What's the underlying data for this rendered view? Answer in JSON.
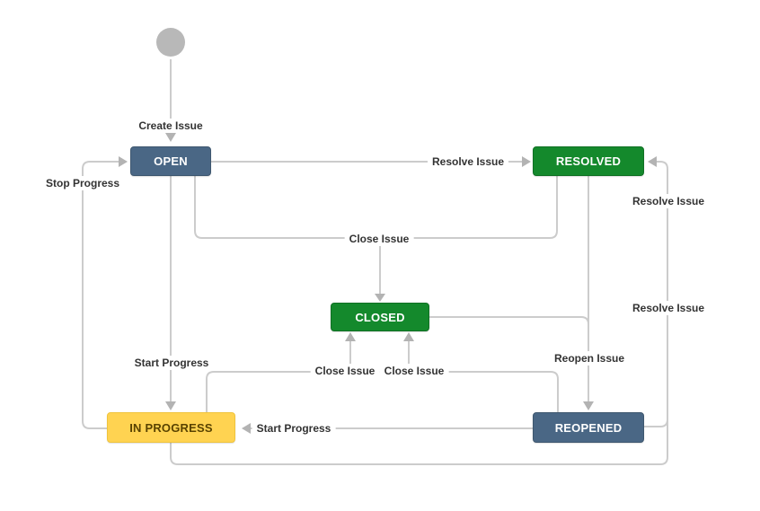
{
  "diagram": {
    "type": "workflow",
    "nodes": {
      "start": {
        "shape": "circle",
        "color": "#b8b8b8"
      },
      "open": {
        "label": "OPEN",
        "color": "#4a6785",
        "text_color": "#ffffff"
      },
      "resolved": {
        "label": "RESOLVED",
        "color": "#14892c",
        "text_color": "#ffffff"
      },
      "closed": {
        "label": "CLOSED",
        "color": "#14892c",
        "text_color": "#ffffff"
      },
      "in_progress": {
        "label": "IN PROGRESS",
        "color": "#ffd351",
        "text_color": "#594300"
      },
      "reopened": {
        "label": "REOPENED",
        "color": "#4a6785",
        "text_color": "#ffffff"
      }
    },
    "transition_labels": {
      "create_issue": "Create Issue",
      "resolve_issue_top": "Resolve Issue",
      "stop_progress": "Stop Progress",
      "close_issue_top": "Close Issue",
      "start_progress_upper": "Start Progress",
      "close_issue_bottom_left": "Close Issue",
      "close_issue_bottom_right": "Close Issue",
      "reopen_issue": "Reopen Issue",
      "start_progress_lower": "Start Progress",
      "resolve_issue_right_upper": "Resolve Issue",
      "resolve_issue_right_lower": "Resolve Issue"
    },
    "colors": {
      "background": "#ffffff",
      "line": "#cccccc",
      "arrowhead": "#b3b3b3",
      "label_text": "#333333"
    }
  }
}
